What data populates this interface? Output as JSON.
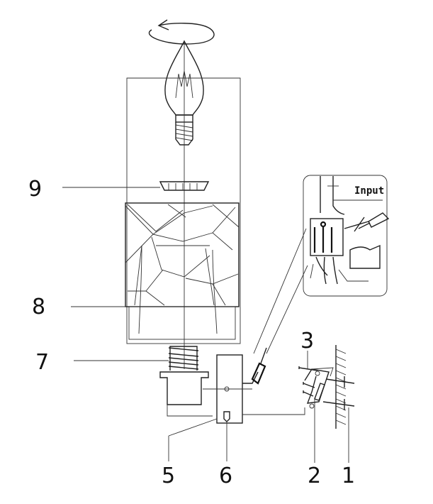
{
  "diagram": {
    "callouts": [
      "1",
      "2",
      "3",
      "5",
      "6",
      "7",
      "8",
      "9"
    ],
    "inset": {
      "label": "Input"
    }
  }
}
